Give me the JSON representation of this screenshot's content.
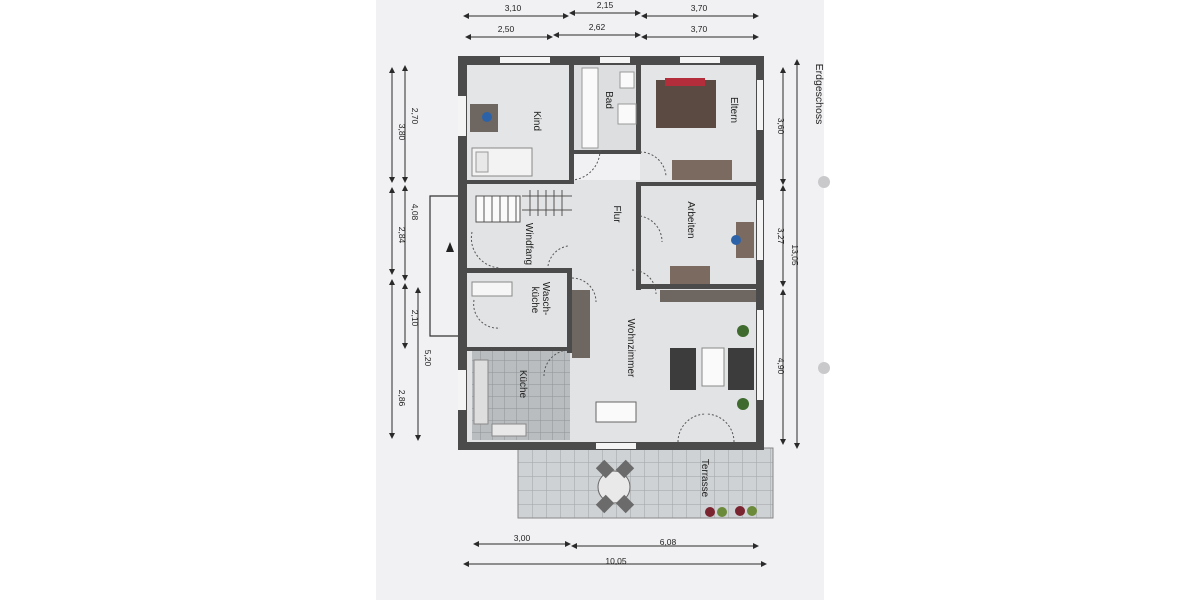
{
  "plan": {
    "title": "Erdgeschoss",
    "rooms": {
      "kind": "Kind",
      "bad": "Bad",
      "eltern": "Eltern",
      "flur": "Flur",
      "arbeiten": "Arbeiten",
      "windfang": "Windfang",
      "waschkueche": "Wasch-\nküche",
      "kueche": "Küche",
      "wohnzimmer": "Wohnzimmer",
      "terrasse": "Terrasse"
    },
    "dimensions": {
      "top_outer": [
        "3,10",
        "2,15",
        "3,70"
      ],
      "top_inner": [
        "2,50",
        "2,62",
        "3,70"
      ],
      "bottom_inner": [
        "3,00",
        "6,08"
      ],
      "bottom_total": "10,05",
      "left_outer": [
        "3,80",
        "2,84",
        "2,86"
      ],
      "left_mid": [
        "2,70",
        "4,08",
        "2,10"
      ],
      "left_mid_long": "5,20",
      "right_inner": [
        "3,60",
        "3,27",
        "4,90"
      ],
      "right_total": "13,05"
    }
  }
}
